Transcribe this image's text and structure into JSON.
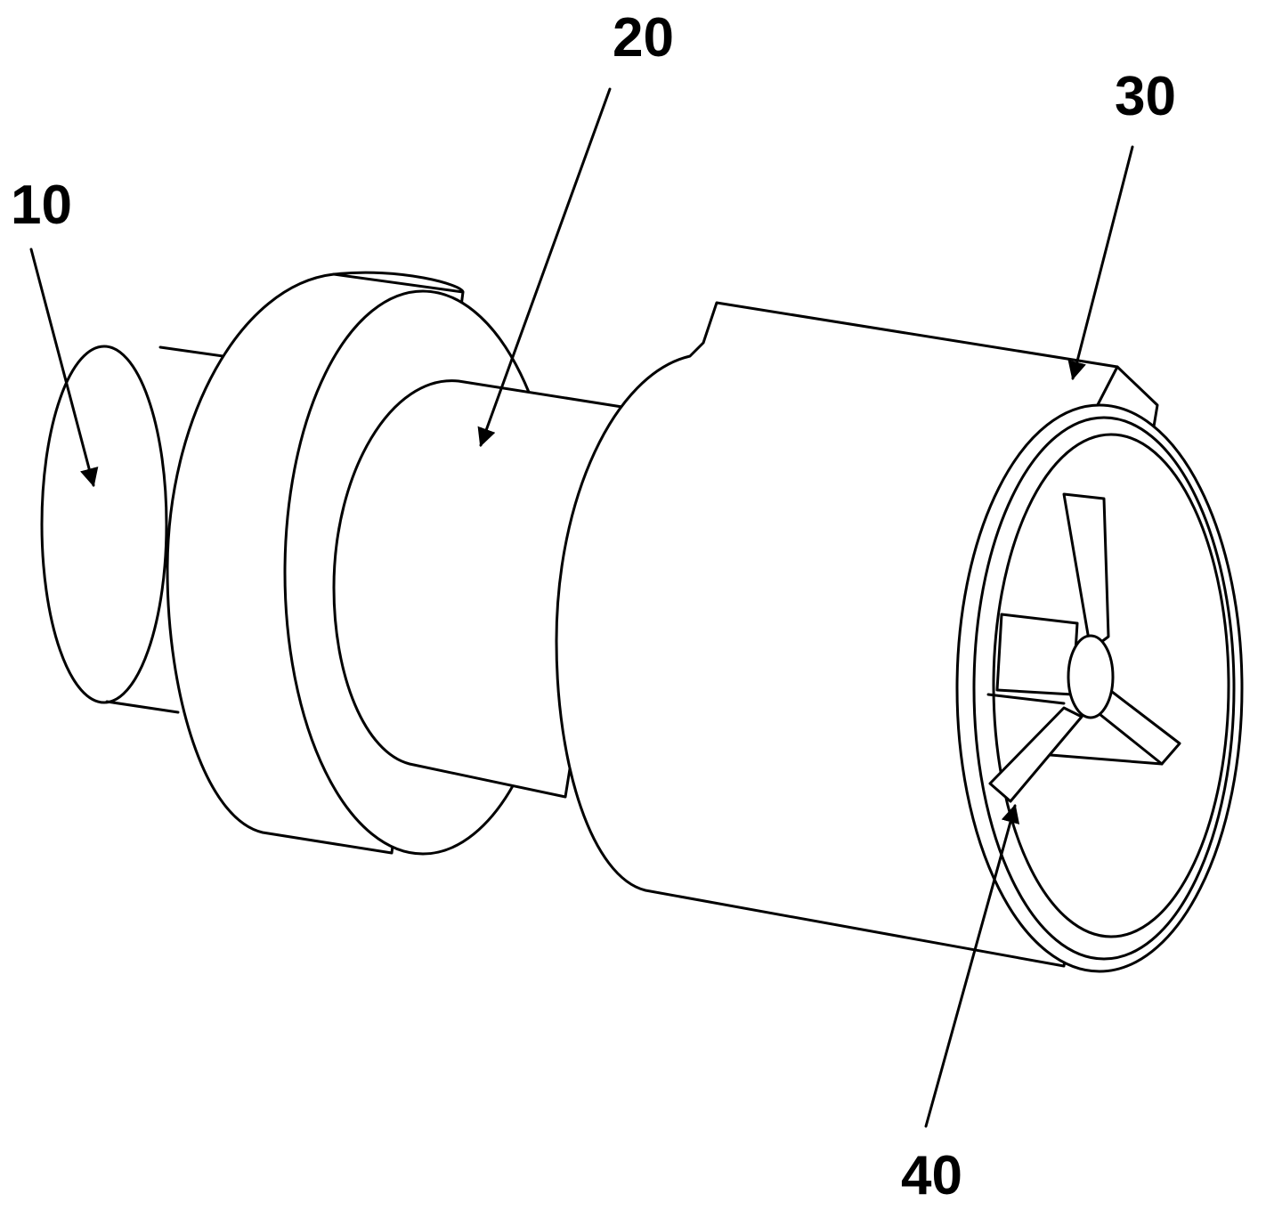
{
  "figure": {
    "labels": [
      {
        "id": "10",
        "text": "10"
      },
      {
        "id": "20",
        "text": "20"
      },
      {
        "id": "30",
        "text": "30"
      },
      {
        "id": "40",
        "text": "40"
      }
    ],
    "line_color": "#000000",
    "background": "#ffffff"
  }
}
